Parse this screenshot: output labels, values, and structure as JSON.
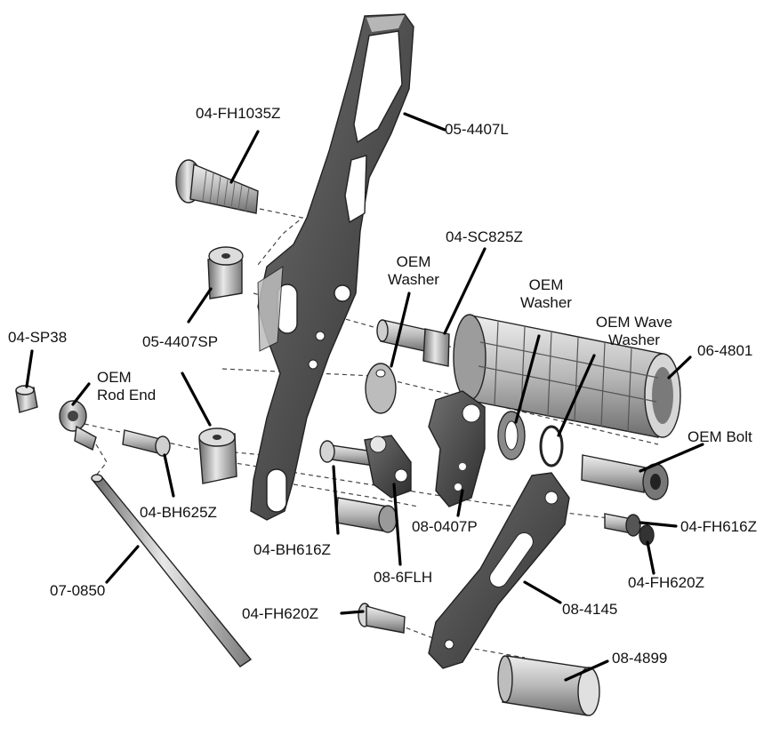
{
  "labels": {
    "fh1035z": "04-FH1035Z",
    "l4407": "05-4407L",
    "sc825z": "04-SC825Z",
    "oem_washer_1": "OEM\nWasher",
    "oem_washer_2": "OEM\nWasher",
    "oem_wave_washer": "OEM Wave\nWasher",
    "sp38": "04-SP38",
    "oem_rod_end": "OEM\nRod End",
    "sp4407": "05-4407SP",
    "b4801": "06-4801",
    "oem_bolt": "OEM Bolt",
    "bh625z": "04-BH625Z",
    "p0407": "08-0407P",
    "fh616z": "04-FH616Z",
    "bh616z": "04-BH616Z",
    "fh620z_right": "04-FH620Z",
    "flh6": "08-6FLH",
    "r0850": "07-0850",
    "l4145": "08-4145",
    "fh620z_left": "04-FH620Z",
    "s4899": "08-4899"
  },
  "colors": {
    "part_light": "#d9d9d9",
    "part_mid": "#a8a8a8",
    "part_dark": "#4a4a4a",
    "outline": "#222222",
    "leader": "#000000"
  }
}
